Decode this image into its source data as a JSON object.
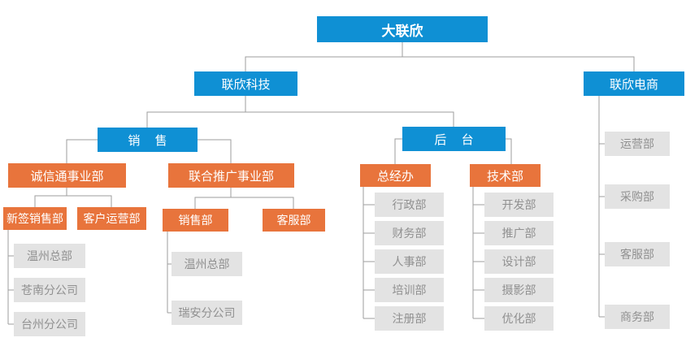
{
  "colors": {
    "blue_box": "#0f90d4",
    "orange_box": "#e8743c",
    "gray_box": "#e3e3e3",
    "gray_text": "#909090",
    "connector_line": "#9e9e9e"
  },
  "org": {
    "root": {
      "label": "大联欣",
      "children": [
        {
          "label": "联欣科技",
          "children": [
            {
              "label": "销 售",
              "children": [
                {
                  "label": "诚信通事业部",
                  "children": [
                    {
                      "label": "新签销售部",
                      "children": [
                        {
                          "label": "温州总部"
                        },
                        {
                          "label": "苍南分公司"
                        },
                        {
                          "label": "台州分公司"
                        }
                      ]
                    },
                    {
                      "label": "客户运营部"
                    }
                  ]
                },
                {
                  "label": "联合推广事业部",
                  "children": [
                    {
                      "label": "销售部",
                      "children": [
                        {
                          "label": "温州总部"
                        },
                        {
                          "label": "瑞安分公司"
                        }
                      ]
                    },
                    {
                      "label": "客服部"
                    }
                  ]
                }
              ]
            },
            {
              "label": "后 台",
              "children": [
                {
                  "label": "总经办",
                  "children": [
                    {
                      "label": "行政部"
                    },
                    {
                      "label": "财务部"
                    },
                    {
                      "label": "人事部"
                    },
                    {
                      "label": "培训部"
                    },
                    {
                      "label": "注册部"
                    }
                  ]
                },
                {
                  "label": "技术部",
                  "children": [
                    {
                      "label": "开发部"
                    },
                    {
                      "label": "推广部"
                    },
                    {
                      "label": "设计部"
                    },
                    {
                      "label": "摄影部"
                    },
                    {
                      "label": "优化部"
                    }
                  ]
                }
              ]
            }
          ]
        },
        {
          "label": "联欣电商",
          "children": [
            {
              "label": "运营部"
            },
            {
              "label": "采购部"
            },
            {
              "label": "客服部"
            },
            {
              "label": "商务部"
            }
          ]
        }
      ]
    }
  }
}
